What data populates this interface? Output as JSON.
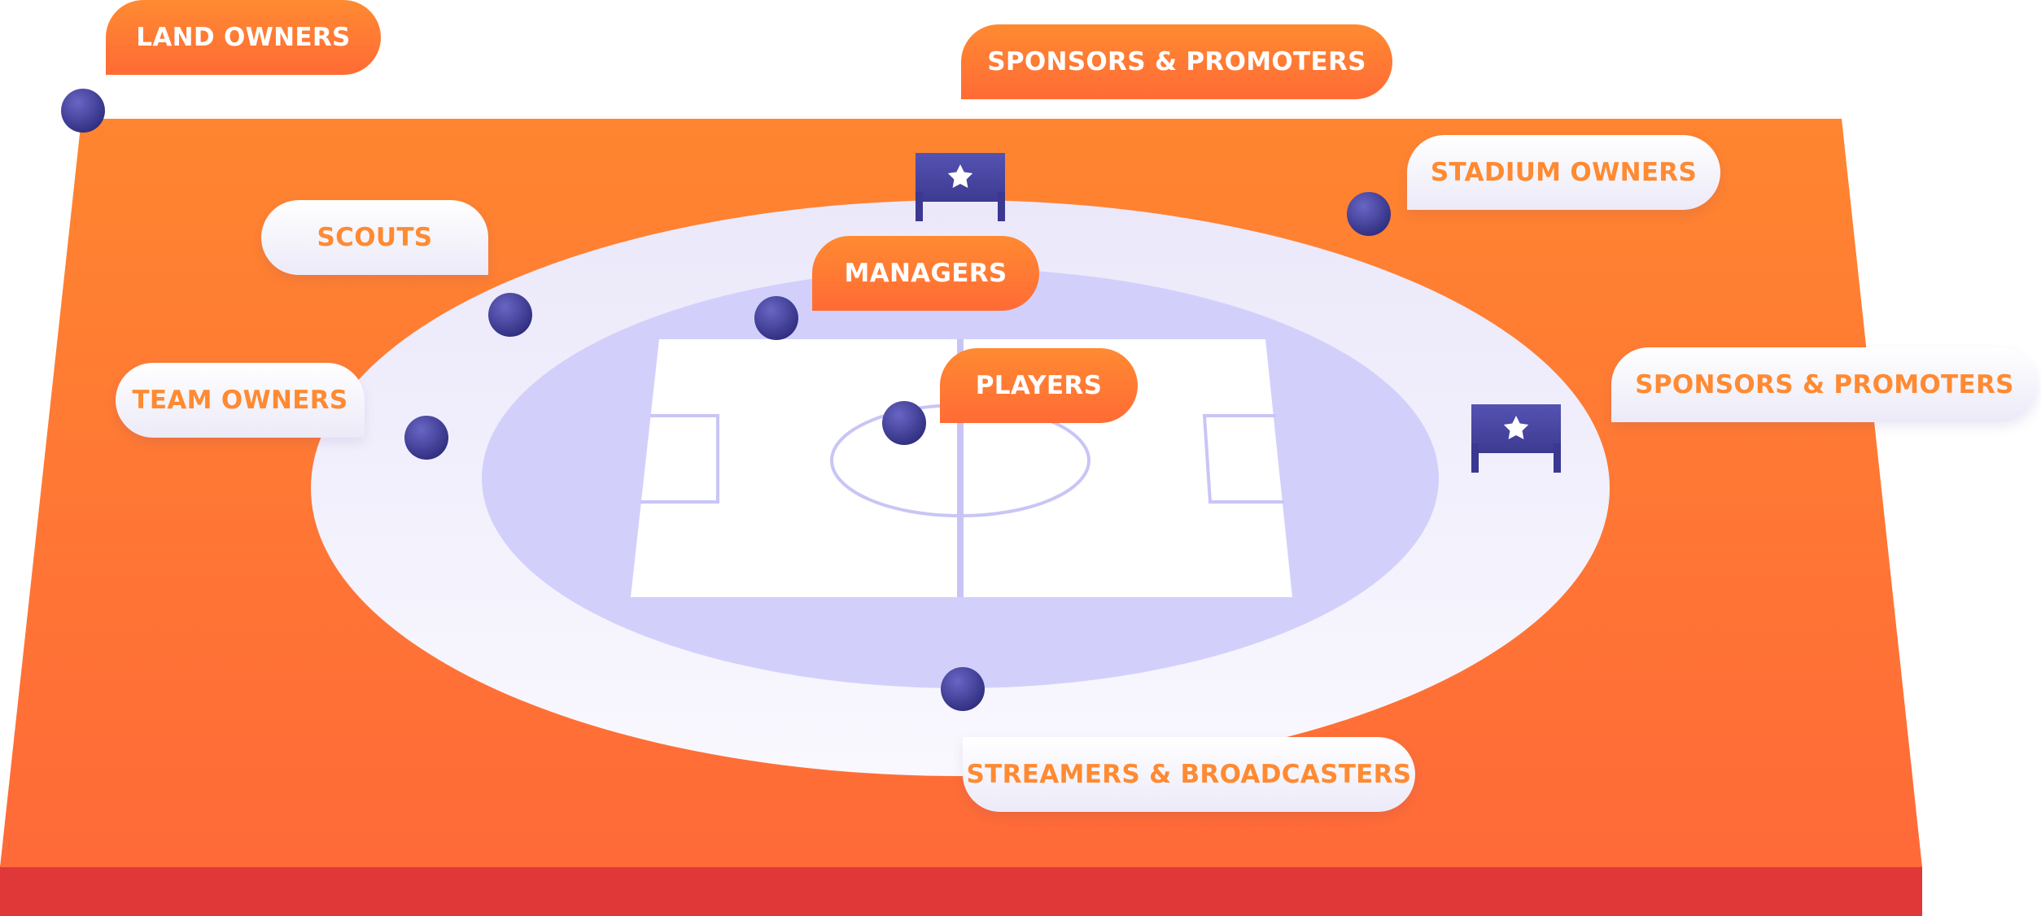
{
  "colors": {
    "field_orange": "#ff7d34",
    "base_red": "#e03838",
    "outer_ring": "#efedfb",
    "inner_ring": "#d2d0fb",
    "pitch": "#ffffff",
    "pitch_lines": "#c8c5f6",
    "player_dot": "#3a3890",
    "goal": "#47459e",
    "label_orange": "#ff7b33",
    "label_text_orange": "#ff8a32"
  },
  "labels": {
    "land_owners": "LAND OWNERS",
    "sponsors_top": "SPONSORS & PROMOTERS",
    "stadium_owners": "STADIUM OWNERS",
    "scouts": "SCOUTS",
    "managers": "MANAGERS",
    "team_owners": "TEAM OWNERS",
    "players": "PLAYERS",
    "sponsors_right": "SPONSORS & PROMOTERS",
    "streamers": "STREAMERS & BROADCASTERS"
  },
  "icons": {
    "node": "circle-node-icon",
    "goal": "goal-with-star-icon"
  }
}
